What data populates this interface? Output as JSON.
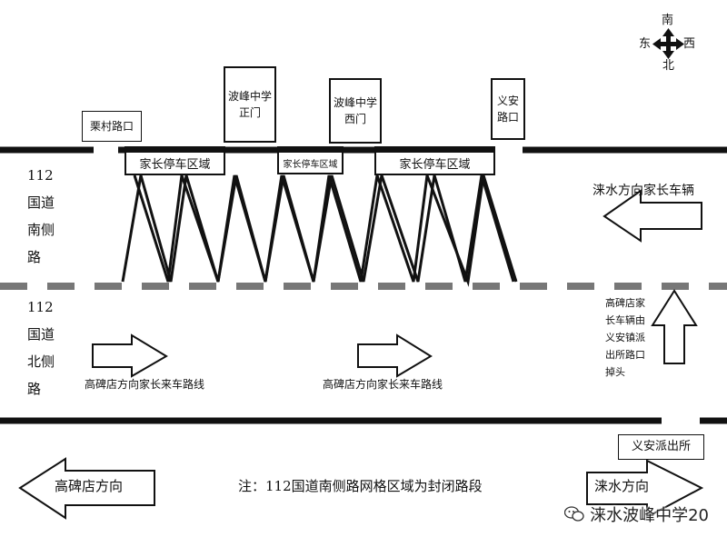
{
  "compass": {
    "south": "南",
    "east": "东",
    "west": "西",
    "north": "北"
  },
  "gate_labels": {
    "licun": "栗村路口",
    "main_gate": "波峰中学\n正门",
    "west_gate": "波峰中学\n西门",
    "yian": "义安\n路口"
  },
  "parking": {
    "left": "家长停车区域",
    "middle": "家长停车区域",
    "right": "家长停车区域"
  },
  "roads": {
    "south_side": "112\n国道\n南侧\n路",
    "north_side": "112\n国道\n北侧\n路"
  },
  "routes": {
    "route_left": "高碑店方向家长来车路线",
    "route_middle": "高碑店方向家长来车路线",
    "laishui_vehicles": "涞水方向家长车辆",
    "uturn": "高碑店家\n长车辆由\n义安镇派\n出所路口\n掉头"
  },
  "landmarks": {
    "police_station": "义安派出所"
  },
  "directions": {
    "left": "高碑店方向",
    "right": "涞水方向"
  },
  "note": "注：112国道南侧路网格区域为封闭路段",
  "watermark": "涞水波峰中学20"
}
